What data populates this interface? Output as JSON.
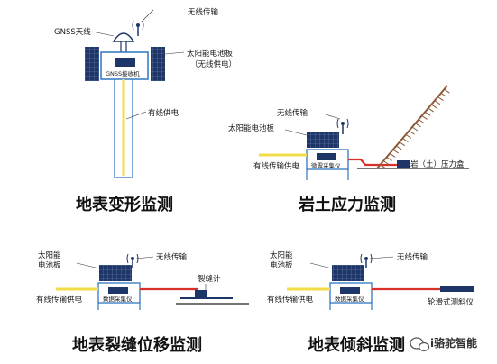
{
  "colors": {
    "navy": "#1e3568",
    "blue": "#2f76c0",
    "yellow": "#f2dc4a",
    "red": "#d9302a",
    "brown": "#8c5a38",
    "dark": "#222222"
  },
  "panel_surface": {
    "caption": "地表变形监测",
    "antenna": "GNSS天线",
    "wireless": "无线传输",
    "solar": "太阳能电池板",
    "solar_note": "（无线供电）",
    "receiver": "GNSS接收机",
    "wired_power": "有线供电"
  },
  "panel_soil": {
    "caption": "岩土应力监测",
    "wireless": "无线传输",
    "solar": "太阳能电池板",
    "wired": "有线传输供电",
    "collector": "微震采集仪",
    "sensor": "岩（土）压力盒"
  },
  "panel_crack": {
    "caption": "地表裂缝位移监测",
    "solar_line1": "太阳能",
    "solar_line2": "电池板",
    "wireless": "无线传输",
    "collector": "数据采集仪",
    "wired": "有线传输供电",
    "meter": "裂缝计"
  },
  "panel_tilt": {
    "caption": "地表倾斜监测",
    "solar_line1": "太阳能",
    "solar_line2": "电池板",
    "wireless": "无线传输",
    "collector": "数据采集仪",
    "wired": "有线传输供电",
    "meter": "轮滑式测斜仪"
  },
  "watermark": "i骆驼智能",
  "watermark_icon": "wechat-icon"
}
